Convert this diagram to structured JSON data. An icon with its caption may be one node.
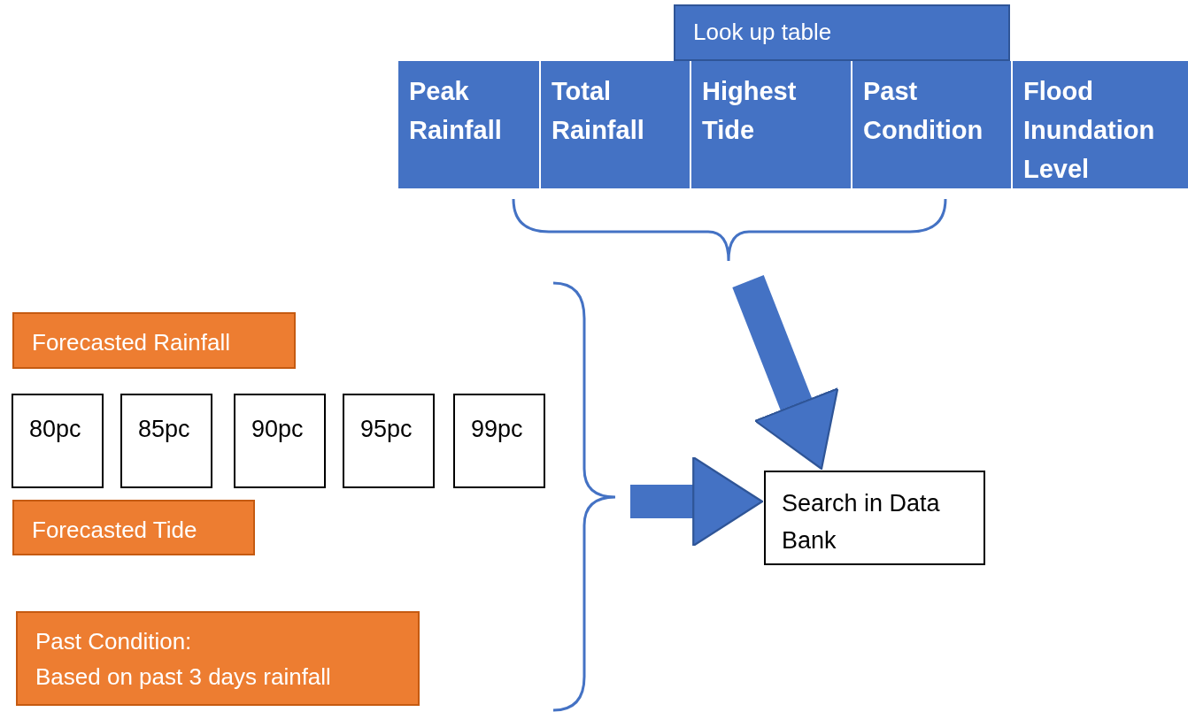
{
  "diagram": {
    "nodes": [
      {
        "text": [
          "Look up table"
        ]
      },
      {
        "text": [
          "Peak Rainfall"
        ]
      },
      {
        "text": [
          "Total Rainfall"
        ]
      },
      {
        "text": [
          "Highest Tide"
        ]
      },
      {
        "text": [
          "Past Condition"
        ]
      },
      {
        "text": [
          "Flood Inundation Level"
        ]
      },
      {
        "text": [
          "Forecasted Rainfall"
        ]
      },
      {
        "text": [
          "80pc"
        ]
      },
      {
        "text": [
          "85pc"
        ]
      },
      {
        "text": [
          "90pc"
        ]
      },
      {
        "text": [
          "95pc"
        ]
      },
      {
        "text": [
          "99pc"
        ]
      },
      {
        "text": [
          "Forecasted Tide"
        ]
      },
      {
        "text": [
          "Past Condition:",
          "Based on past 3 days rainfall"
        ]
      },
      {
        "text": [
          "Search in Data Bank"
        ]
      }
    ],
    "edges": [
      {
        "from": null,
        "to": 14,
        "arrow": "to"
      },
      {
        "from": null,
        "to": 14,
        "arrow": "to"
      }
    ]
  }
}
